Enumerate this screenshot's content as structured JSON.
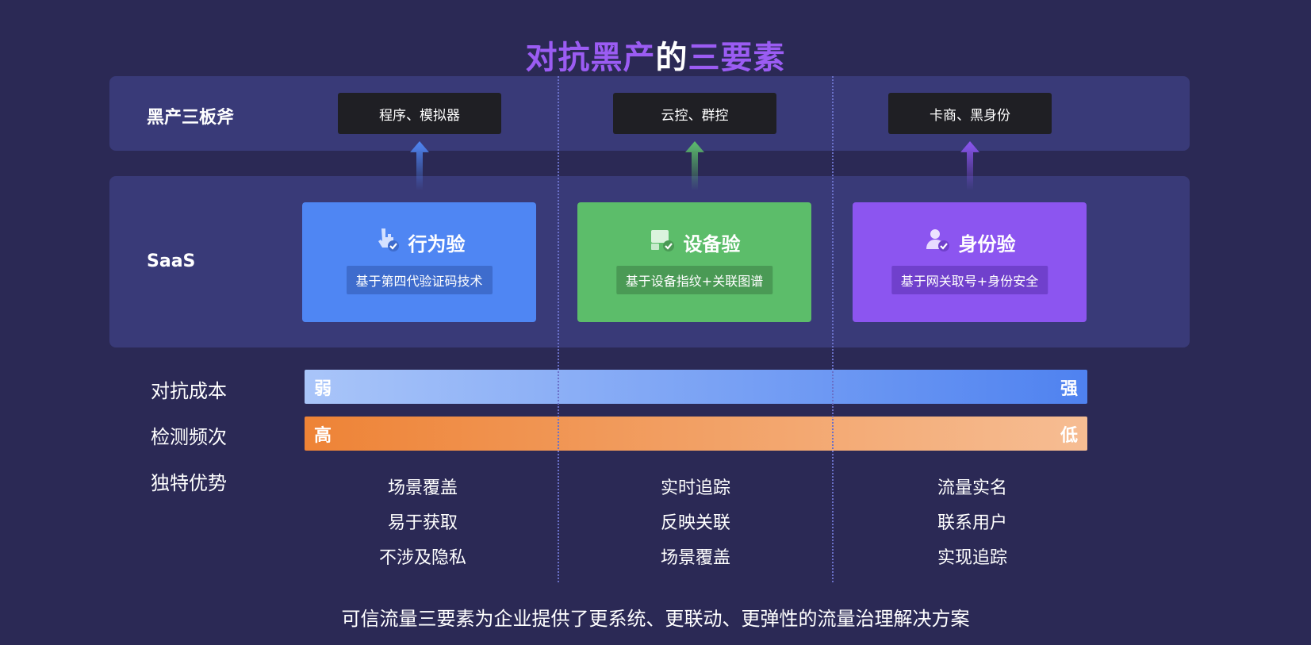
{
  "title": {
    "part1": "对抗黑产",
    "part2": "的",
    "part3": "三要素"
  },
  "rows": {
    "blackmarket_label": "黑产三板斧",
    "saas_label": "SaaS"
  },
  "threats": [
    "程序、模拟器",
    "云控、群控",
    "卡商、黑身份"
  ],
  "cards": [
    {
      "title": "行为验",
      "subtitle": "基于第四代验证码技术",
      "icon": "hand-check-icon",
      "color": "#4f86f3"
    },
    {
      "title": "设备验",
      "subtitle": "基于设备指纹+关联图谱",
      "icon": "device-check-icon",
      "color": "#5cbd6a"
    },
    {
      "title": "身份验",
      "subtitle": "基于网关取号+身份安全",
      "icon": "user-check-icon",
      "color": "#8c55f0"
    }
  ],
  "arrow_colors": [
    "#4f86f3",
    "#5cbd6a",
    "#8c55f0"
  ],
  "metrics": {
    "cost": {
      "label": "对抗成本",
      "left": "弱",
      "right": "强"
    },
    "frequency": {
      "label": "检测频次",
      "left": "高",
      "right": "低"
    },
    "advantage_label": "独特优势"
  },
  "advantages": [
    [
      "场景覆盖",
      "易于获取",
      "不涉及隐私"
    ],
    [
      "实时追踪",
      "反映关联",
      "场景覆盖"
    ],
    [
      "流量实名",
      "联系用户",
      "实现追踪"
    ]
  ],
  "footer": "可信流量三要素为企业提供了更系统、更联动、更弹性的流量治理解决方案"
}
